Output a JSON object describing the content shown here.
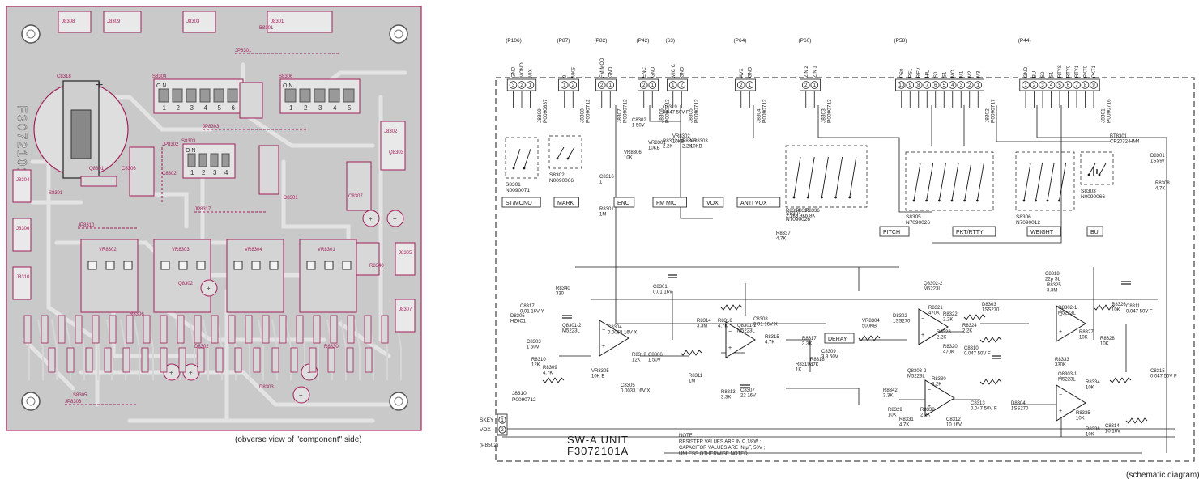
{
  "pcb": {
    "caption": "(obverse view of \"component\" side)",
    "board_id": "F3072101A",
    "colors": {
      "board": "#c9c9c9",
      "trace": "#e3e3e3",
      "silk": "#a0205a",
      "pad": "#f2f2f2",
      "edge": "#b0245f"
    },
    "connectors": [
      "J8308",
      "J8309",
      "J8303",
      "J8301",
      "J8302",
      "J8304",
      "J8306",
      "J8305",
      "J8307",
      "J8310"
    ],
    "dip_switches": [
      {
        "ref": "S8304",
        "on": "O N",
        "nums": [
          "1",
          "2",
          "3",
          "4",
          "5",
          "6"
        ]
      },
      {
        "ref": "S8306",
        "on": "O N",
        "nums": [
          "1",
          "2",
          "3",
          "4",
          "5"
        ]
      },
      {
        "ref": "S8303",
        "on": "O N",
        "nums": [
          "1",
          "2",
          "3",
          "4"
        ]
      }
    ],
    "jumpers": [
      "JP8301",
      "JP8303",
      "JP8302",
      "JP8310",
      "JP8317",
      "JP8308"
    ],
    "pots": [
      "VR8302",
      "VR8303",
      "VR8304",
      "VR8301",
      "VR8305"
    ],
    "parts": [
      "B8301",
      "D8301",
      "C8302",
      "Q8302",
      "D8302",
      "D8303",
      "R8340",
      "C8318",
      "C8306",
      "C8307",
      "R8306",
      "R8330",
      "Q8301",
      "Q8303",
      "S8305",
      "S8301"
    ]
  },
  "schematic": {
    "caption": "(schematic diagram)",
    "unit_title": "SW-A UNIT",
    "unit_code": "F3072101A",
    "note": [
      "NOTE:",
      "RESISTER VALUES ARE IN Ω,1/8W ;",
      "CAPACITOR VALUES ARE IN μF, 50V ;",
      "UNLESS OTHERWISE NOTED."
    ],
    "headers": [
      {
        "plug": "(P106)",
        "ref": "J8309",
        "part": "P0090637",
        "pins": [
          "3",
          "2",
          "1"
        ],
        "labels": [
          "GND",
          "MONO",
          "MIX"
        ]
      },
      {
        "plug": "(P87)",
        "ref": "J8308",
        "part": "P0090712",
        "pins": [
          "1",
          "2"
        ],
        "labels": [
          "9",
          "MKS"
        ]
      },
      {
        "plug": "(P82)",
        "ref": "J8307",
        "part": "P0090712",
        "pins": [
          "2",
          "1"
        ],
        "labels": [
          "FM MOD",
          "GND"
        ]
      },
      {
        "plug": "(P42)",
        "ref": "J8306",
        "part": "P0090712",
        "pins": [
          "2",
          "1"
        ],
        "labels": [
          "ENC",
          "GND"
        ]
      },
      {
        "plug": "(63)",
        "ref": "J8305",
        "part": "P0090712",
        "pins": [
          "1",
          "2"
        ],
        "labels": [
          "MIC C",
          "GND"
        ]
      },
      {
        "plug": "(P64)",
        "ref": "J8304",
        "part": "P0090712",
        "pins": [
          "2",
          "1"
        ],
        "labels": [
          "AVX",
          "GND"
        ]
      },
      {
        "plug": "(P60)",
        "ref": "J8303",
        "part": "P0090712",
        "pins": [
          "2",
          "1"
        ],
        "labels": [
          "ZIN 2",
          "ZIN 1"
        ]
      },
      {
        "plug": "(P58)",
        "ref": "J8302",
        "part": "P0090717",
        "pins": [
          "10",
          "9",
          "8",
          "7",
          "6",
          "5",
          "4",
          "3",
          "2",
          "1"
        ],
        "labels": [
          "PS0",
          "PS1",
          "REV",
          "H/L",
          "S0",
          "S1",
          "MO",
          "M1",
          "M2",
          "M3"
        ]
      },
      {
        "plug": "(P44)",
        "ref": "J8301",
        "part": "P0090716",
        "pins": [
          "1",
          "2",
          "3",
          "4",
          "5",
          "6",
          "7",
          "8",
          "9"
        ],
        "labels": [
          "GND",
          "BU",
          "S0",
          "S1",
          "RTYS",
          "RTY0",
          "RTY1",
          "PKT0",
          "PKT1"
        ]
      }
    ],
    "blocks": [
      "ST/MONO",
      "MARK",
      "ENC",
      "FM MIC",
      "VOX",
      "ANTI VOX",
      "PITCH",
      "PKT/RTTY",
      "WEIGHT",
      "BU",
      "DERAY"
    ],
    "switches": [
      {
        "ref": "S8301",
        "part": "N0090071"
      },
      {
        "ref": "S8302",
        "part": "N0090066"
      },
      {
        "ref": "S8304",
        "part": "N7090026"
      },
      {
        "ref": "S8305",
        "part": "N7090026"
      },
      {
        "ref": "S8306",
        "part": "N7090012"
      },
      {
        "ref": "S8303",
        "part": "N0090066"
      }
    ],
    "components": [
      {
        "ref": "C8319",
        "val": "0.047 50V F"
      },
      {
        "ref": "C8302",
        "val": "1 50V"
      },
      {
        "ref": "VR8306",
        "val": "10K"
      },
      {
        "ref": "VR8301",
        "val": "10KB"
      },
      {
        "ref": "R8302",
        "val": "2.2K"
      },
      {
        "ref": "R8303",
        "val": "2.2K"
      },
      {
        "ref": "VR8302",
        "val": "10KB"
      },
      {
        "ref": "VR8303",
        "val": "10KB"
      },
      {
        "ref": "C8316",
        "val": "1"
      },
      {
        "ref": "R8301",
        "val": "1M"
      },
      {
        "ref": "BT8301",
        "val": "CR2032-HM4"
      },
      {
        "ref": "D8301",
        "val": "1SS97"
      },
      {
        "ref": "R8308",
        "val": "4.7K"
      },
      {
        "ref": "R8334",
        "val": "2.7K"
      },
      {
        "ref": "R8335",
        "val": "3.9K"
      },
      {
        "ref": "R8336",
        "val": "6.8K"
      },
      {
        "ref": "R8337",
        "val": "4.7K"
      },
      {
        "ref": "D8305",
        "val": "HZ6C1"
      },
      {
        "ref": "C8317",
        "val": "0.01 16V Y"
      },
      {
        "ref": "R8340",
        "val": "330"
      },
      {
        "ref": "C8301",
        "val": "0.01 16V"
      },
      {
        "ref": "Q8301-2",
        "val": "M5223L"
      },
      {
        "ref": "Q8301-1",
        "val": "M5223L"
      },
      {
        "ref": "C8304",
        "val": "0.0068 16V X"
      },
      {
        "ref": "R8314",
        "val": "3.3M"
      },
      {
        "ref": "R8316",
        "val": "4.7K"
      },
      {
        "ref": "C8308",
        "val": "0.01 16V X"
      },
      {
        "ref": "R8315",
        "val": "4.7K"
      },
      {
        "ref": "C8303",
        "val": "1 50V"
      },
      {
        "ref": "R8312",
        "val": "12K"
      },
      {
        "ref": "C8306",
        "val": "1 50V"
      },
      {
        "ref": "R8310",
        "val": "12K"
      },
      {
        "ref": "R8309",
        "val": "4.7K"
      },
      {
        "ref": "VR8305",
        "val": "10K B"
      },
      {
        "ref": "C8305",
        "val": "0.0033 16V X"
      },
      {
        "ref": "R8311",
        "val": "1M"
      },
      {
        "ref": "R8313",
        "val": "3.3K"
      },
      {
        "ref": "C8307",
        "val": "22 16V"
      },
      {
        "ref": "R8317",
        "val": "3.3K"
      },
      {
        "ref": "R8318",
        "val": "47K"
      },
      {
        "ref": "C8309",
        "val": "3.3 50V"
      },
      {
        "ref": "R8319",
        "val": "1K"
      },
      {
        "ref": "VR8304",
        "val": "500KB"
      },
      {
        "ref": "D8302",
        "val": "1SS270"
      },
      {
        "ref": "Q8302-2",
        "val": "M5223L"
      },
      {
        "ref": "R8321",
        "val": "470K"
      },
      {
        "ref": "R8322",
        "val": "2.2K"
      },
      {
        "ref": "R8323",
        "val": "2.2K"
      },
      {
        "ref": "R8324",
        "val": "2.2K"
      },
      {
        "ref": "C8310",
        "val": "0.047 50V F"
      },
      {
        "ref": "D8303",
        "val": "1SS270"
      },
      {
        "ref": "C8318",
        "val": "22p SL"
      },
      {
        "ref": "R8325",
        "val": "3.3M"
      },
      {
        "ref": "Q8302-1",
        "val": "M5223L"
      },
      {
        "ref": "R8326",
        "val": "10K"
      },
      {
        "ref": "C8311",
        "val": "0.047 50V F"
      },
      {
        "ref": "R8327",
        "val": "10K"
      },
      {
        "ref": "R8328",
        "val": "10K"
      },
      {
        "ref": "Q8303-2",
        "val": "M5223L"
      },
      {
        "ref": "R8330",
        "val": "3.2K"
      },
      {
        "ref": "R8320",
        "val": "470K"
      },
      {
        "ref": "R8333",
        "val": "330K"
      },
      {
        "ref": "Q8303-1",
        "val": "M5223L"
      },
      {
        "ref": "R8334",
        "val": "10K"
      },
      {
        "ref": "C8315",
        "val": "0.047 50V F"
      },
      {
        "ref": "R8342",
        "val": "3.3K"
      },
      {
        "ref": "R8329",
        "val": "10K"
      },
      {
        "ref": "R8331",
        "val": "4.7K"
      },
      {
        "ref": "R8332",
        "val": "2.2K"
      },
      {
        "ref": "C8312",
        "val": "10 16V"
      },
      {
        "ref": "C8313",
        "val": "0.047 50V F"
      },
      {
        "ref": "D8304",
        "val": "1SS270"
      },
      {
        "ref": "R8335",
        "val": "10K"
      },
      {
        "ref": "R8336",
        "val": "10K"
      },
      {
        "ref": "C8314",
        "val": "10 16V"
      }
    ],
    "input_jack": {
      "ref": "J8310",
      "part": "P0090712",
      "plug": "(P8502)",
      "pins": [
        "1",
        "2"
      ],
      "labels": [
        "SKEY",
        "VOX"
      ]
    }
  }
}
